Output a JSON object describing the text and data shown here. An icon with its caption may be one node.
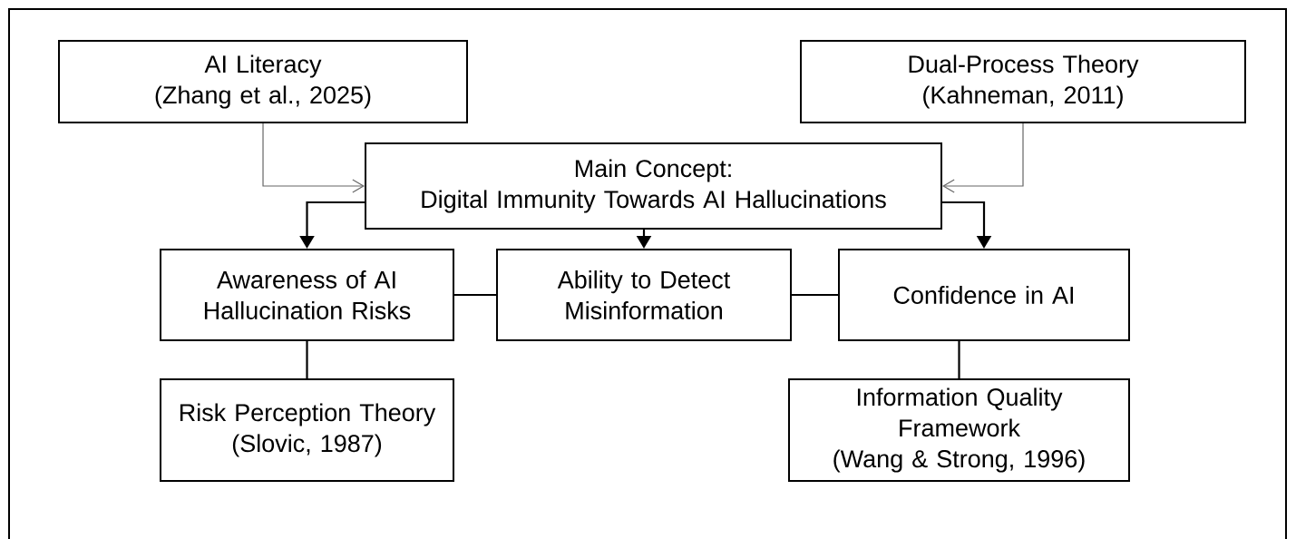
{
  "diagram": {
    "nodes": [
      {
        "text": [
          "AI Literacy",
          "(Zhang et al., 2025)"
        ]
      },
      {
        "text": [
          "Dual-Process Theory",
          "(Kahneman, 2011)"
        ]
      },
      {
        "text": [
          "Main Concept:",
          "Digital Immunity Towards AI Hallucinations"
        ]
      },
      {
        "text": [
          "Awareness of AI Hallucination Risks"
        ]
      },
      {
        "text": [
          "Ability to Detect Misinformation"
        ]
      },
      {
        "text": [
          "Confidence in AI"
        ]
      },
      {
        "text": [
          "Risk Perception Theory",
          "(Slovic, 1987)"
        ]
      },
      {
        "text": [
          "Information Quality Framework",
          "(Wang & Strong, 1996)"
        ]
      }
    ],
    "edges": [
      {
        "from": 0,
        "to": 2,
        "arrow": "to",
        "color": "#666666"
      },
      {
        "from": 1,
        "to": 2,
        "arrow": "to",
        "color": "#666666"
      },
      {
        "from": 2,
        "to": 3,
        "arrow": "to"
      },
      {
        "from": 2,
        "to": 4,
        "arrow": "to"
      },
      {
        "from": 2,
        "to": 5,
        "arrow": "to"
      },
      {
        "from": 3,
        "to": 4,
        "arrow": "none"
      },
      {
        "from": 4,
        "to": 5,
        "arrow": "none"
      },
      {
        "from": 3,
        "to": 6,
        "arrow": "none"
      },
      {
        "from": 5,
        "to": 7,
        "arrow": "none"
      }
    ]
  }
}
